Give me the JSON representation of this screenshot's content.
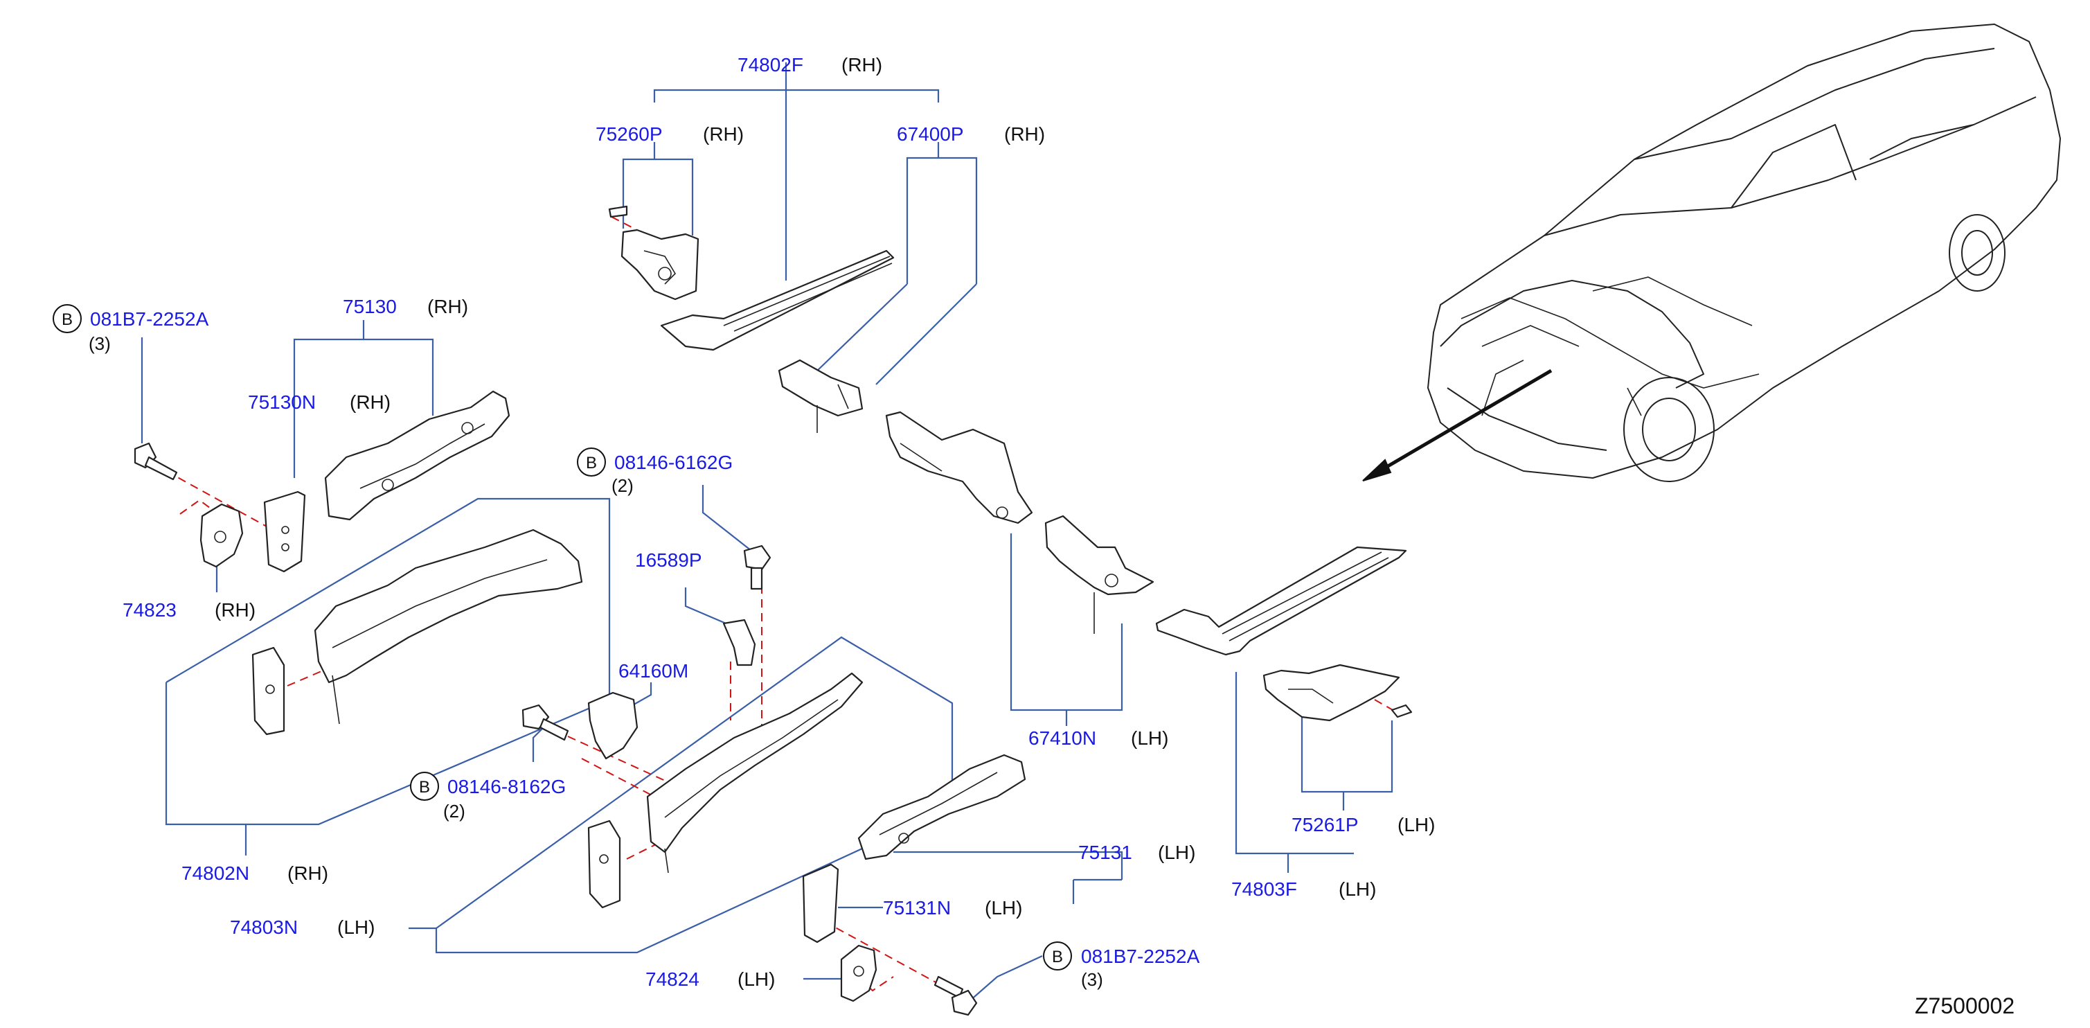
{
  "diagram_id": "Z7500002",
  "bolts": [
    {
      "marker": "B",
      "part": "081B7-2252A",
      "qty": "(3)"
    },
    {
      "marker": "B",
      "part": "08146-6162G",
      "qty": "(2)"
    },
    {
      "marker": "B",
      "part": "08146-8162G",
      "qty": "(2)"
    },
    {
      "marker": "B",
      "part": "081B7-2252A",
      "qty": "(3)"
    }
  ],
  "parts": [
    {
      "number": "74802F",
      "side": "(RH)"
    },
    {
      "number": "75260P",
      "side": "(RH)"
    },
    {
      "number": "67400P",
      "side": "(RH)"
    },
    {
      "number": "75130",
      "side": "(RH)"
    },
    {
      "number": "75130N",
      "side": "(RH)"
    },
    {
      "number": "74823",
      "side": "(RH)"
    },
    {
      "number": "16589P",
      "side": ""
    },
    {
      "number": "64160M",
      "side": ""
    },
    {
      "number": "74802N",
      "side": "(RH)"
    },
    {
      "number": "74803N",
      "side": "(LH)"
    },
    {
      "number": "67410N",
      "side": "(LH)"
    },
    {
      "number": "75131",
      "side": "(LH)"
    },
    {
      "number": "75131N",
      "side": "(LH)"
    },
    {
      "number": "74824",
      "side": "(LH)"
    },
    {
      "number": "75261P",
      "side": "(LH)"
    },
    {
      "number": "74803F",
      "side": "(LH)"
    }
  ]
}
